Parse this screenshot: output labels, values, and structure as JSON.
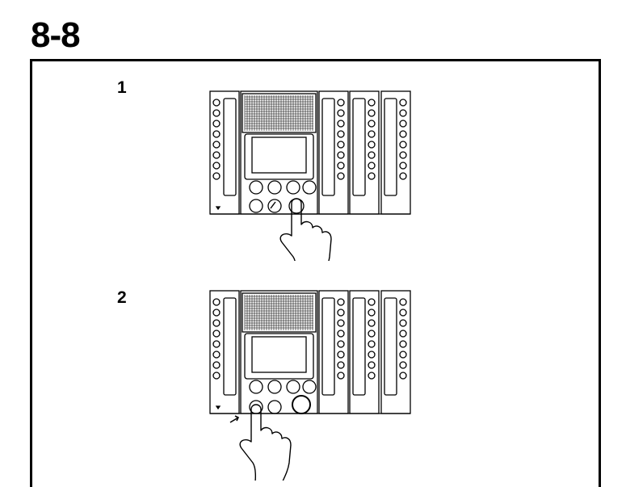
{
  "page_title": "8-8",
  "steps": [
    {
      "number": "1"
    },
    {
      "number": "2"
    }
  ],
  "colors": {
    "line": "#000000",
    "background": "#ffffff",
    "screen": "#ffffff"
  }
}
